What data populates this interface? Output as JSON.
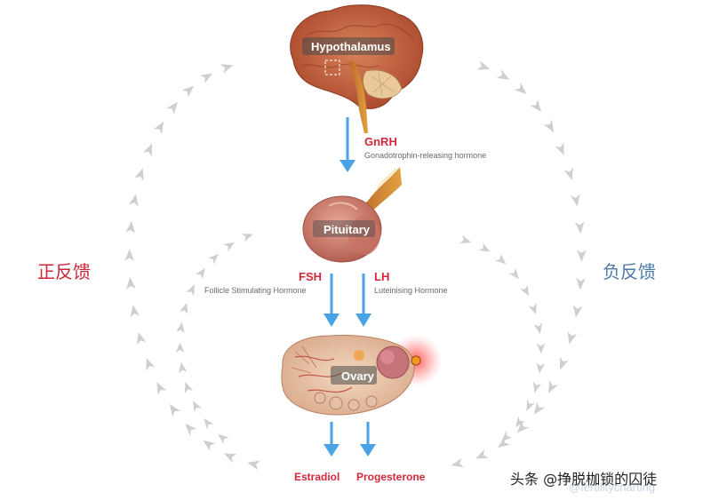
{
  "hypothalamus": {
    "label": "Hypothalamus"
  },
  "pituitary": {
    "label": "Pituitary"
  },
  "ovary": {
    "label": "Ovary"
  },
  "gnrh": {
    "abbr": "GnRH",
    "full": "Gonadotrophin-releasing hormone"
  },
  "fsh": {
    "abbr": "FSH",
    "full": "Follicle Stimulating Hormone"
  },
  "lh": {
    "abbr": "LH",
    "full": "Luteinising Hormone"
  },
  "outputs": {
    "estradiol": "Estradiol",
    "progesterone": "Progesterone"
  },
  "feedback": {
    "positive": "正反馈",
    "negative": "负反馈",
    "positive_color": "#c8283a",
    "negative_color": "#4d7aa6"
  },
  "watermark": {
    "main": "头条 @挣脱枷锁的囚徒",
    "faint": "@fertilitycharting"
  },
  "colors": {
    "arrow": "#4aa3e6",
    "feedback_arrow": "#cfcfcf",
    "label_red": "#d2283c"
  }
}
